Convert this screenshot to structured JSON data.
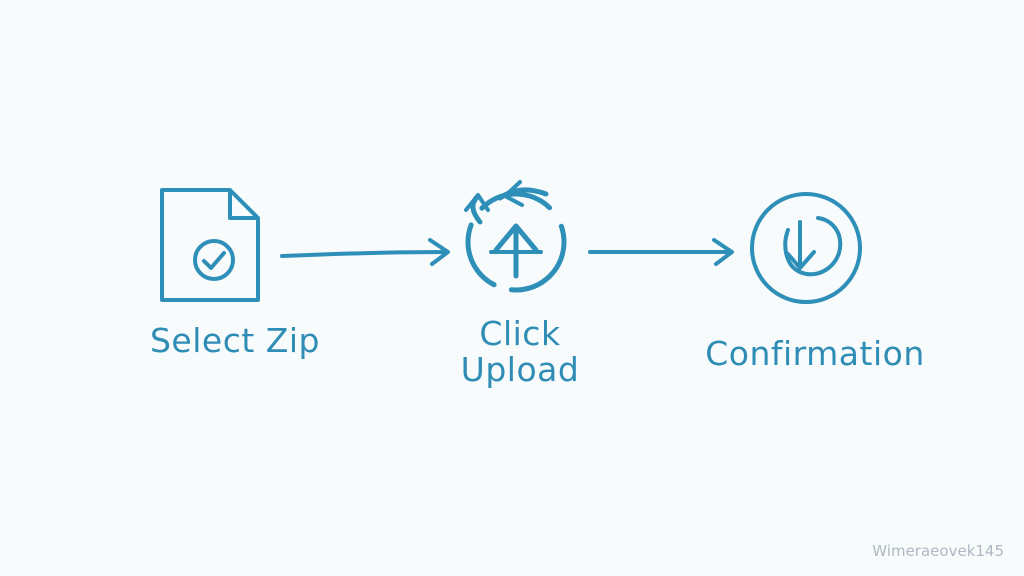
{
  "steps": [
    {
      "label": "Select Zip",
      "icon": "file-check-icon"
    },
    {
      "label": "Click Upload",
      "icon": "upload-cycle-icon"
    },
    {
      "label": "Confirmation",
      "icon": "download-circle-icon"
    }
  ],
  "watermark": "Wimeraeovek145",
  "colors": {
    "stroke": "#2e8fb8",
    "background": "#f8fbfc",
    "watermark": "#aeb9c4"
  }
}
